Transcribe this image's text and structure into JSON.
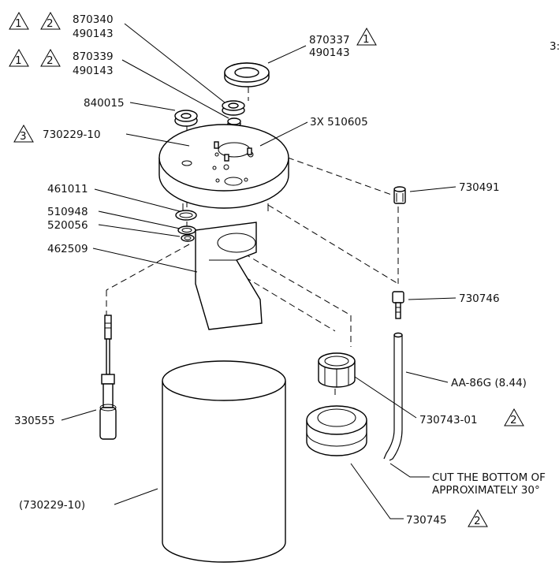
{
  "callouts": {
    "p870340": "870340",
    "p870340_sub": "490143",
    "p870340_flag1": "1",
    "p870340_flag2": "2",
    "p870339": "870339",
    "p870339_sub": "490143",
    "p870339_flag1": "1",
    "p870339_flag2": "2",
    "p870337": "870337",
    "p870337_sub": "490143",
    "p870337_flag": "1",
    "p840015": "840015",
    "p730229": "730229-10",
    "p730229_flag": "3",
    "p510605": "3X 510605",
    "p461011": "461011",
    "p510948": "510948",
    "p520056": "520056",
    "p462509": "462509",
    "p730491": "730491",
    "p730746": "730746",
    "pAA86G": "AA-86G (8.44)",
    "p330555": "330555",
    "p730743": "730743-01",
    "p730743_flag": "2",
    "p_cut_line1": "CUT THE BOTTOM OF",
    "p_cut_line2": "APPROXIMATELY 30°",
    "p730229_ref": "(730229-10)",
    "p730745": "730745",
    "p730745_flag": "2",
    "edge_fragment": "3:"
  }
}
